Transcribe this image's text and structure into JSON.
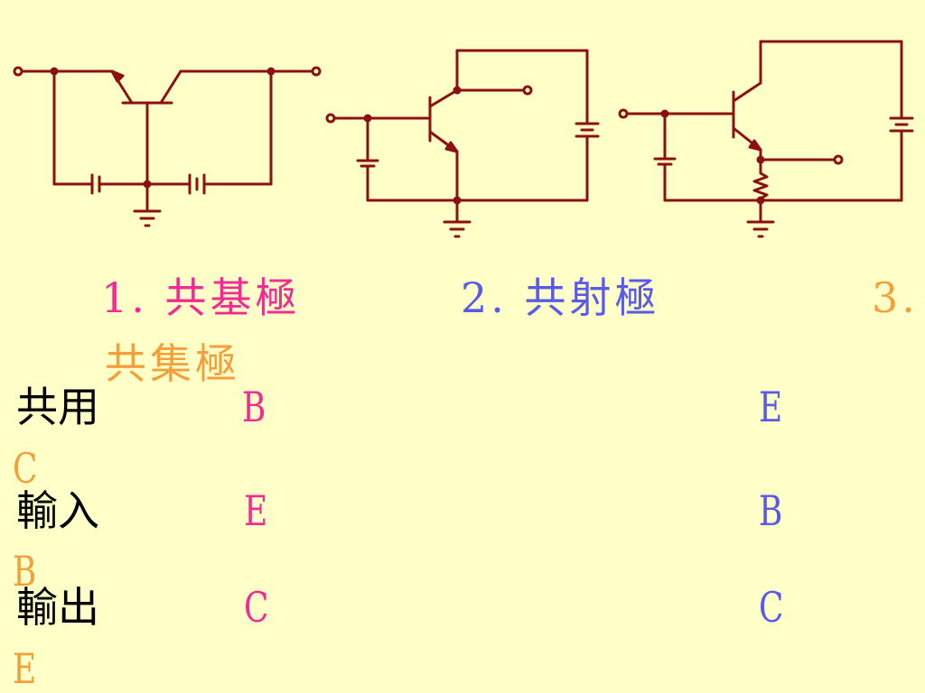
{
  "colors": {
    "background": "#ffffc8",
    "wire": "#8b1010",
    "common_base": "#f02c93",
    "common_emitter": "#5a5ae8",
    "common_collector": "#f3a03c",
    "row_label": "#000000"
  },
  "configs": [
    {
      "label": "1. 共基極"
    },
    {
      "label": "2. 共射極"
    },
    {
      "label_part1": "3.",
      "label_part2": "共集極"
    }
  ],
  "table": {
    "rows": [
      {
        "label": "共用",
        "cb": "B",
        "ce": "E",
        "cc": "C"
      },
      {
        "label": "輸入",
        "cb": "E",
        "ce": "B",
        "cc": "B"
      },
      {
        "label": "輸出",
        "cb": "C",
        "ce": "C",
        "cc": "E"
      }
    ]
  }
}
